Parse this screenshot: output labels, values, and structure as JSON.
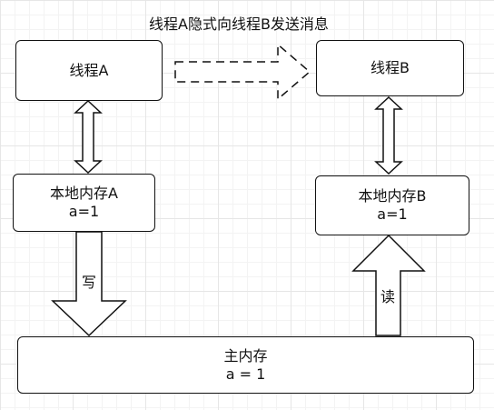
{
  "diagram": {
    "title": "线程A隐式向线程B发送消息",
    "thread_a": {
      "label": "线程A"
    },
    "thread_b": {
      "label": "线程B"
    },
    "local_a": {
      "line1": "本地内存A",
      "line2": "a=1"
    },
    "local_b": {
      "line1": "本地内存B",
      "line2": "a=1"
    },
    "main_memory": {
      "line1": "主内存",
      "line2": "a = 1"
    },
    "write_label": "写",
    "read_label": "读"
  },
  "colors": {
    "stroke": "#111111",
    "fill": "#ffffff",
    "grid": "#e6e6e6"
  }
}
